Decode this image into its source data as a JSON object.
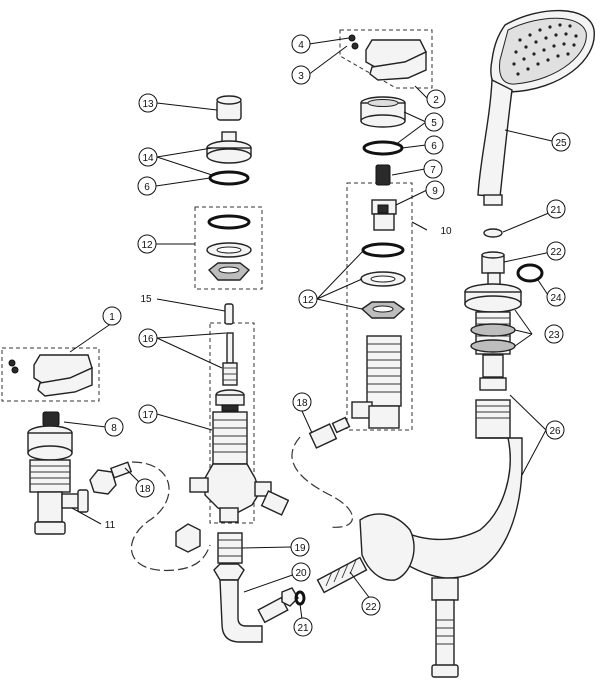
{
  "callouts": [
    {
      "id": "c1",
      "label": "1"
    },
    {
      "id": "c2",
      "label": "2"
    },
    {
      "id": "c3",
      "label": "3"
    },
    {
      "id": "c4",
      "label": "4"
    },
    {
      "id": "c5",
      "label": "5"
    },
    {
      "id": "c6a",
      "label": "6"
    },
    {
      "id": "c6b",
      "label": "6"
    },
    {
      "id": "c7",
      "label": "7"
    },
    {
      "id": "c8",
      "label": "8"
    },
    {
      "id": "c9",
      "label": "9"
    },
    {
      "id": "c10",
      "label": "10"
    },
    {
      "id": "c11",
      "label": "11"
    },
    {
      "id": "c12a",
      "label": "12"
    },
    {
      "id": "c12b",
      "label": "12"
    },
    {
      "id": "c13",
      "label": "13"
    },
    {
      "id": "c14",
      "label": "14"
    },
    {
      "id": "c15",
      "label": "15"
    },
    {
      "id": "c16",
      "label": "16"
    },
    {
      "id": "c17",
      "label": "17"
    },
    {
      "id": "c18a",
      "label": "18"
    },
    {
      "id": "c18b",
      "label": "18"
    },
    {
      "id": "c19",
      "label": "19"
    },
    {
      "id": "c20",
      "label": "20"
    },
    {
      "id": "c21a",
      "label": "21"
    },
    {
      "id": "c21b",
      "label": "21"
    },
    {
      "id": "c22a",
      "label": "22"
    },
    {
      "id": "c22b",
      "label": "22"
    },
    {
      "id": "c23",
      "label": "23"
    },
    {
      "id": "c24",
      "label": "24"
    },
    {
      "id": "c25",
      "label": "25"
    },
    {
      "id": "c26",
      "label": "26"
    }
  ]
}
